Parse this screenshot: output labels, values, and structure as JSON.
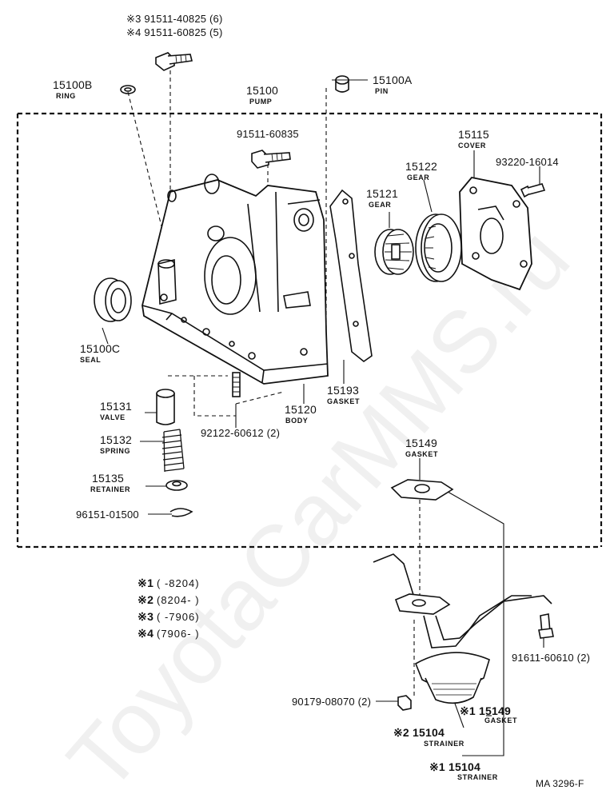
{
  "watermark": "ToyotaCarMMS.ru",
  "sheet_code": "MA 3296-F",
  "parts": {
    "bolt_a": "※3 91511-40825 (6)",
    "bolt_b": "※4 91511-60825 (5)",
    "ring_pn": "15100B",
    "ring_nm": "RING",
    "pump_pn": "15100",
    "pump_nm": "PUMP",
    "pin_pn": "15100A",
    "pin_nm": "PIN",
    "bolt_c": "91511-60835",
    "cover_pn": "15115",
    "cover_nm": "COVER",
    "gear2_pn": "15122",
    "gear2_nm": "GEAR",
    "screw": "93220-16014",
    "gear1_pn": "15121",
    "gear1_nm": "GEAR",
    "seal_pn": "15100C",
    "seal_nm": "SEAL",
    "gasket_pn": "15193",
    "gasket_nm": "GASKET",
    "valve_pn": "15131",
    "valve_nm": "VALVE",
    "body_pn": "15120",
    "body_nm": "BODY",
    "spring_pn": "15132",
    "spring_nm": "SPRING",
    "stud": "92122-60612 (2)",
    "retainer_pn": "15135",
    "retainer_nm": "RETAINER",
    "clip": "96151-01500",
    "gasket2_pn": "15149",
    "gasket2_nm": "GASKET",
    "bolt_d": "91611-60610 (2)",
    "nut": "90179-08070 (2)",
    "gasket3_pn": "※1 15149",
    "gasket3_nm": "GASKET",
    "strainer2_pn": "※2 15104",
    "strainer2_nm": "STRAINER",
    "strainer1_pn": "※1 15104",
    "strainer1_nm": "STRAINER"
  },
  "notes": [
    {
      "mark": "※1",
      "text": "(       -8204)"
    },
    {
      "mark": "※2",
      "text": "(8204-       )"
    },
    {
      "mark": "※3",
      "text": "(       -7906)"
    },
    {
      "mark": "※4",
      "text": "(7906-       )"
    }
  ]
}
